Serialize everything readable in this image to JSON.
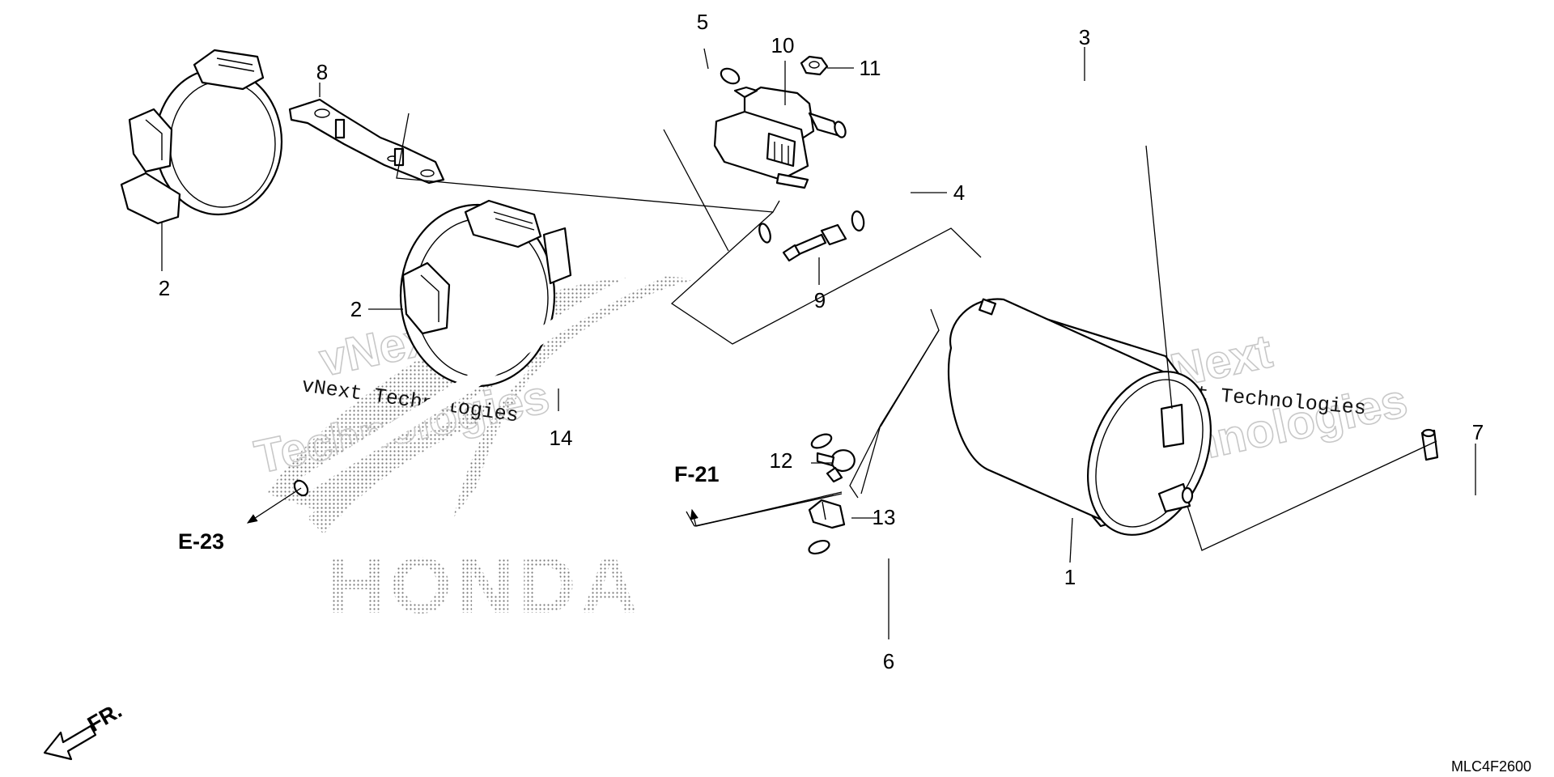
{
  "callouts": {
    "c1": "1",
    "c2a": "2",
    "c2b": "2",
    "c3": "3",
    "c4": "4",
    "c5": "5",
    "c6": "6",
    "c7": "7",
    "c8": "8",
    "c9": "9",
    "c10": "10",
    "c11": "11",
    "c12": "12",
    "c13": "13",
    "c14": "14"
  },
  "references": {
    "e23": "E-23",
    "f21": "F-21"
  },
  "direction_label": "FR.",
  "diagram_code": "MLC4F2600",
  "watermark": {
    "text_a": "vNext Technologies",
    "text_b": "vNext Technologies",
    "outline_a_1": "vNext",
    "outline_a_2": "Technologies",
    "outline_b_1": "vNext",
    "outline_b_2": "Technologies"
  },
  "logo_text": "HONDA"
}
